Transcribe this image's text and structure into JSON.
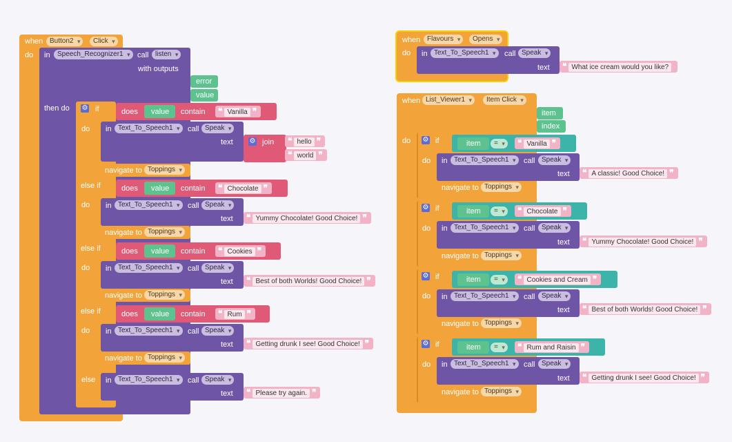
{
  "kw": {
    "when": "when",
    "do": "do",
    "in": "in",
    "call": "call",
    "with_outputs": "with outputs",
    "then_do": "then do",
    "if": "if",
    "else_if": "else if",
    "else": "else",
    "does": "does",
    "contain": "contain",
    "text": "text",
    "join": "join",
    "navigate_to": "navigate to",
    "eq": "="
  },
  "params": {
    "error": "error",
    "value": "value",
    "item": "item",
    "index": "index"
  },
  "components": {
    "button2": "Button2",
    "click": "Click",
    "speech": "Speech_Recognizer1",
    "listen": "listen",
    "tts": "Text_To_Speech1",
    "speak": "Speak",
    "toppings": "Toppings",
    "flavours": "Flavours",
    "opens": "Opens",
    "list_viewer": "List_Viewer1",
    "item_click": "Item Click"
  },
  "strings": {
    "vanilla": "Vanilla",
    "chocolate": "Chocolate",
    "cookies": "Cookies",
    "rum": "Rum",
    "hello": "hello",
    "world": "world",
    "yummy": "Yummy Chocolate! Good Choice!",
    "best": "Best of both Worlds! Good Choice!",
    "drunk": "Getting drunk I see! Good Choice!",
    "try_again": "Please try again.",
    "ask": "What ice cream would you like?",
    "classic": "A classic! Good Choice!",
    "cookies_cream": "Cookies and Cream",
    "rum_raisin": "Rum and Raisin"
  },
  "icons": {
    "gear": "gear-icon",
    "dropdown": "chevron-down-icon"
  },
  "colors": {
    "event": "#f2a43b",
    "method": "#6f55a5",
    "text": "#e05a78",
    "param": "#5ec28f",
    "compare": "#3cb4aa",
    "control_icon": "#5b6bd8"
  }
}
